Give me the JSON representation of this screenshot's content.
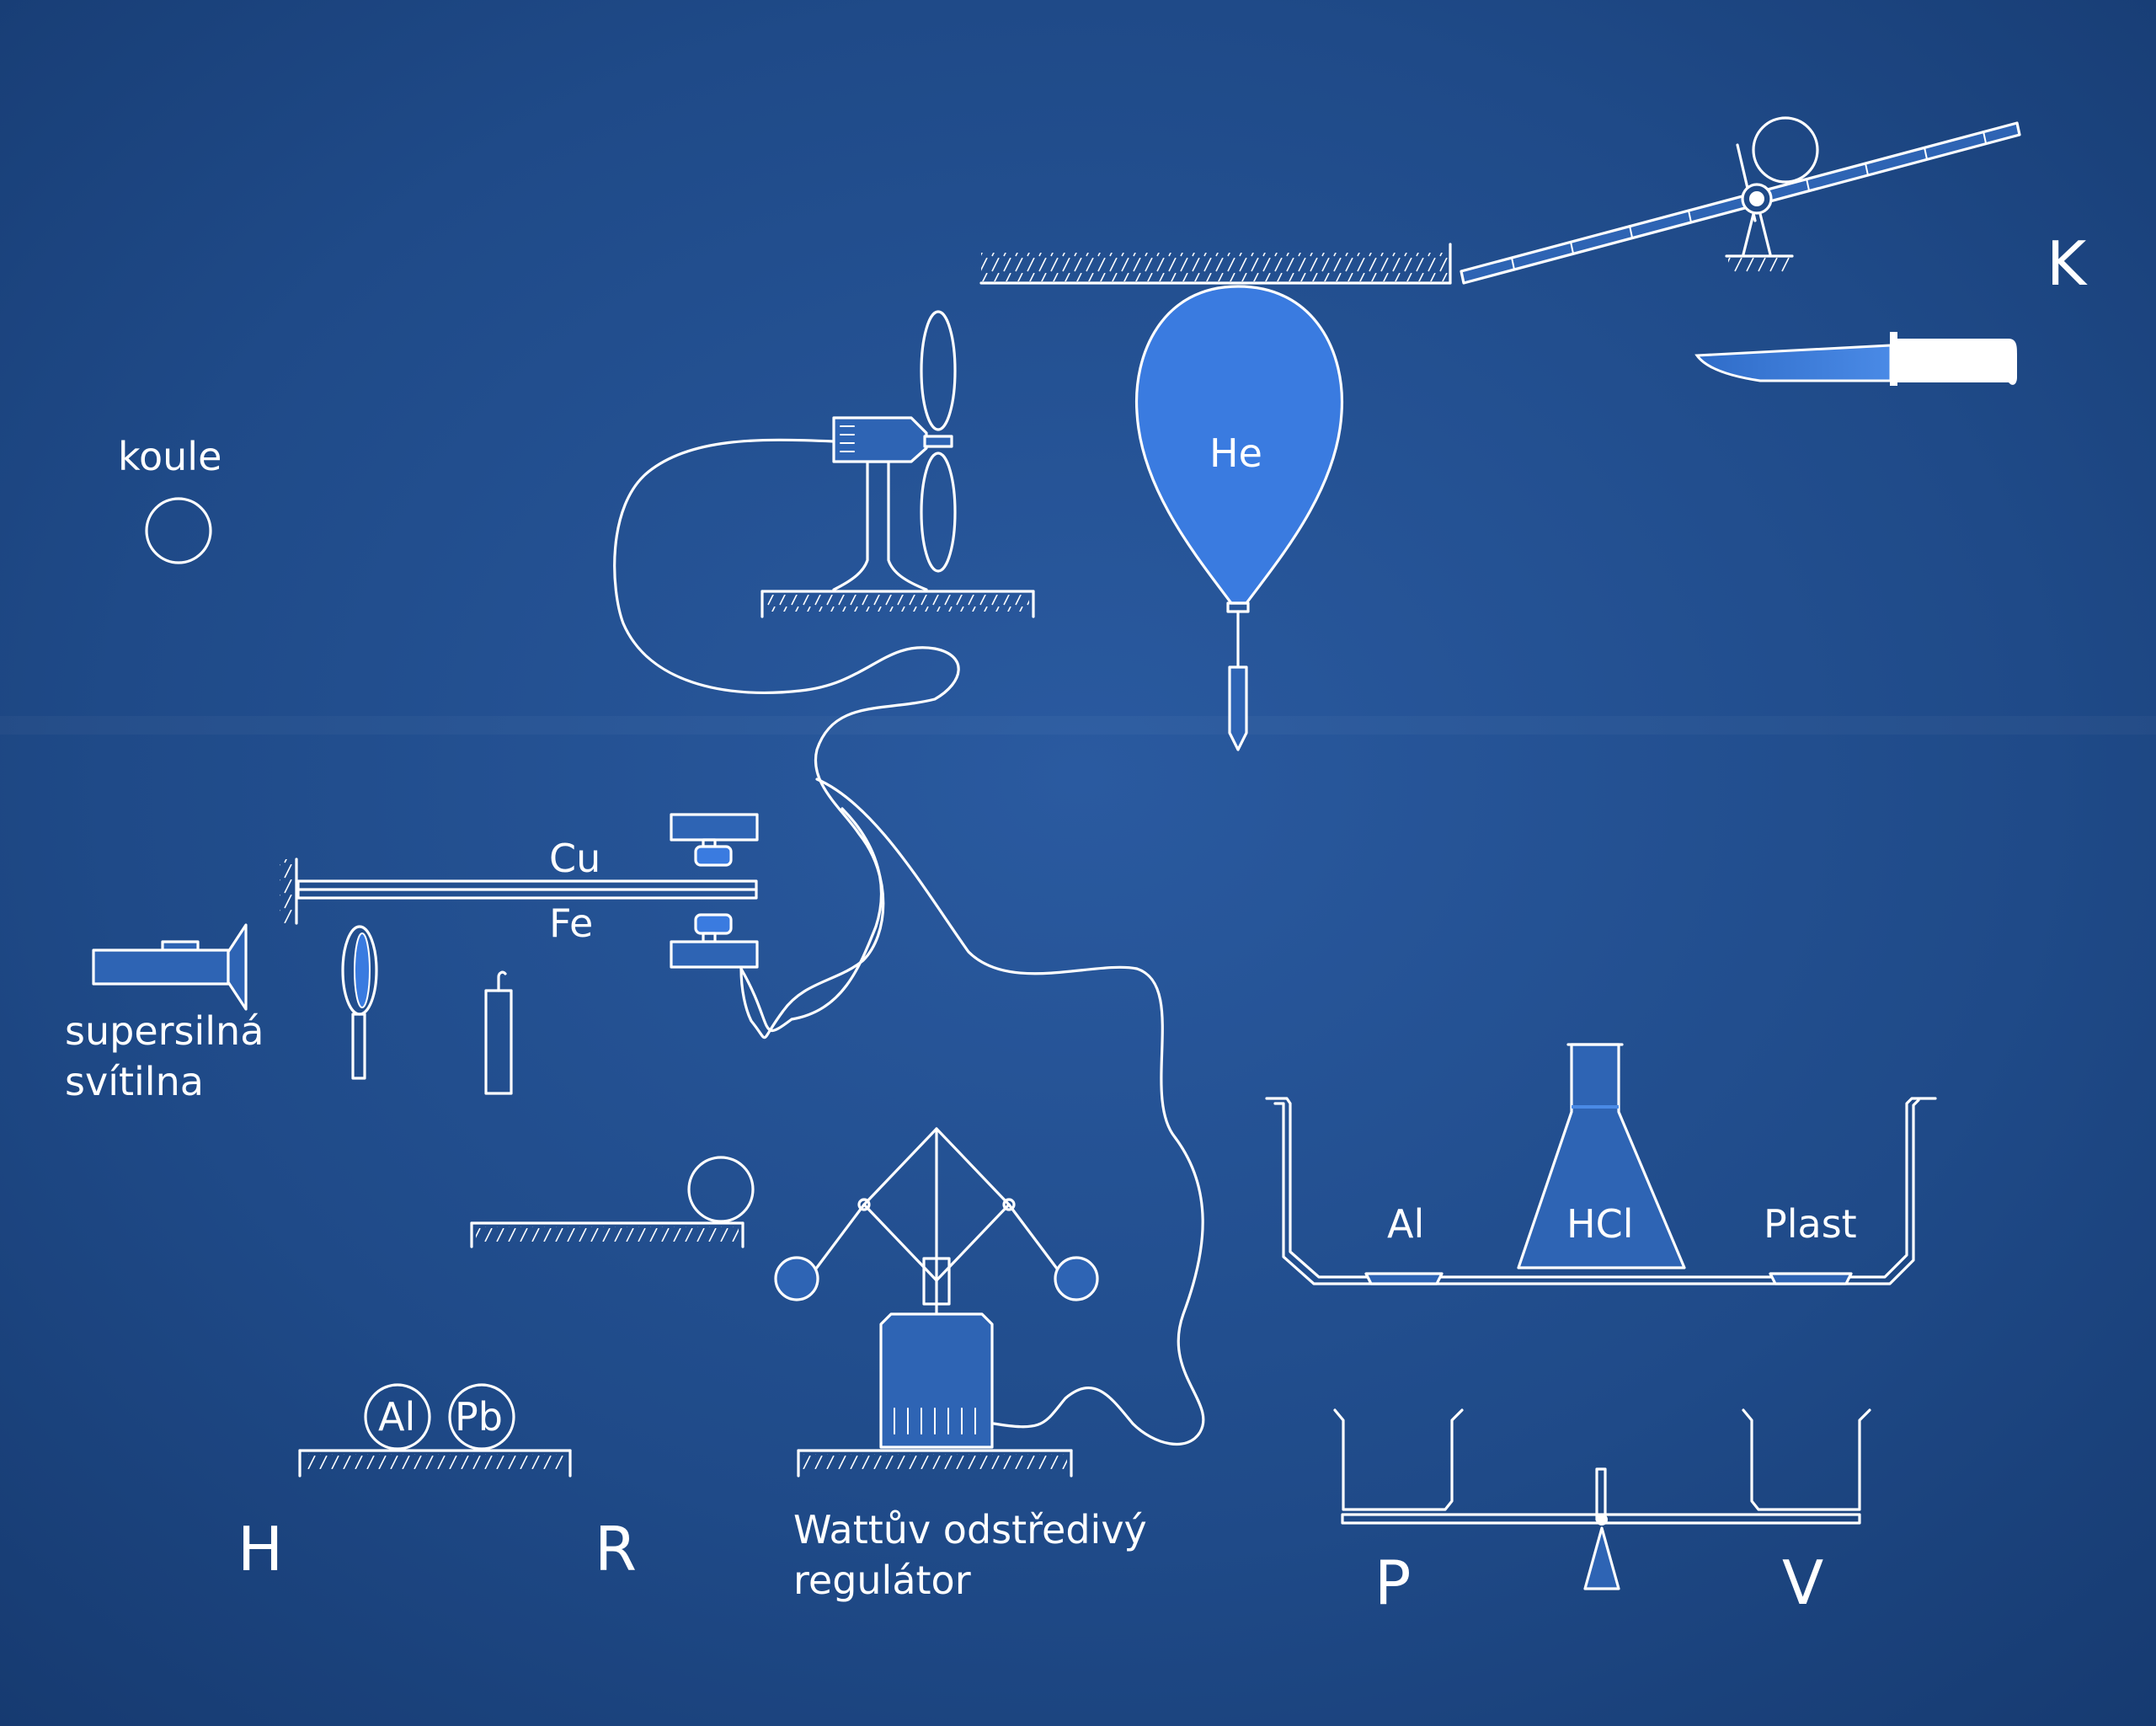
{
  "colors": {
    "background": "#1d4784",
    "line": "#ffffff",
    "accent": "#3a7be0"
  },
  "labels": {
    "koule": "koule",
    "he": "He",
    "k": "K",
    "cu": "Cu",
    "fe": "Fe",
    "svitilna_line1": "supersilná",
    "svitilna_line2": "svítilna",
    "al_ball": "Al",
    "pb_ball": "Pb",
    "h": "H",
    "r": "R",
    "watt_line1": "Wattův odstředivý",
    "watt_line2": "regulátor",
    "al_tray": "Al",
    "hcl": "HCl",
    "plast": "Plast",
    "p": "P",
    "v": "V"
  },
  "icons": [
    "ball-icon",
    "helium-balloon-icon",
    "seesaw-ramp-icon",
    "knife-icon",
    "fan-icon",
    "flashlight-icon",
    "magnifier-icon",
    "candle-icon",
    "bimetal-strip-icon",
    "electromagnet-icon",
    "watt-governor-icon",
    "flask-icon",
    "balance-scale-icon"
  ]
}
